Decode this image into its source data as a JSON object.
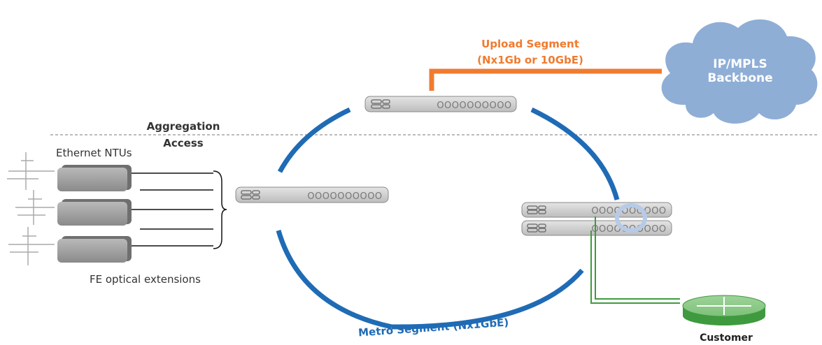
{
  "upload_segment": {
    "title": "Upload Segment",
    "subtitle": "(Nx1Gb or 10GbE)",
    "color": "#f07b2f"
  },
  "backbone": {
    "line1": "IP/MPLS",
    "line2": "Backbone",
    "color": "#8faed6"
  },
  "boundary": {
    "upper_label": "Aggregation",
    "lower_label": "Access"
  },
  "ntu": {
    "title": "Ethernet NTUs",
    "footer": "FE optical extensions"
  },
  "metro_segment": {
    "label": "Metro Segment (Nx1GbE)",
    "color": "#1f6bb5"
  },
  "switch_ports": "OOOOOOOOOO",
  "customer": {
    "label": "Customer",
    "color": "#3f9a3f"
  }
}
